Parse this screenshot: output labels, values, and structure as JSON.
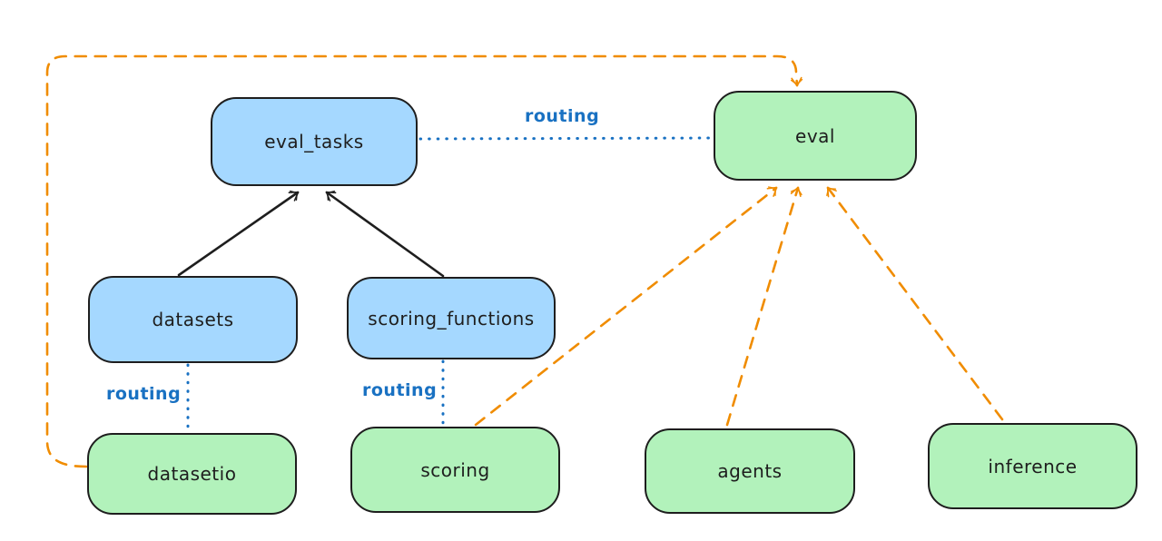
{
  "diagram": {
    "title": "",
    "colors": {
      "background": "#ffffff",
      "node_stroke": "#1e1e1e",
      "blue_node_fill": "#a5d8ff",
      "green_node_fill": "#b2f2bb",
      "routing_label_blue": "#1971c2",
      "routing_dotted_blue": "#1971c2",
      "provider_dashed_orange": "#f08c00",
      "solid_arrow_black": "#1e1e1e"
    },
    "nodes": {
      "eval_tasks": {
        "label": "eval_tasks",
        "fill": "#a5d8ff"
      },
      "eval": {
        "label": "eval",
        "fill": "#b2f2bb"
      },
      "datasets": {
        "label": "datasets",
        "fill": "#a5d8ff"
      },
      "scoring_functions": {
        "label": "scoring_functions",
        "fill": "#a5d8ff"
      },
      "datasetio": {
        "label": "datasetio",
        "fill": "#b2f2bb"
      },
      "scoring": {
        "label": "scoring",
        "fill": "#b2f2bb"
      },
      "agents": {
        "label": "agents",
        "fill": "#b2f2bb"
      },
      "inference": {
        "label": "inference",
        "fill": "#b2f2bb"
      }
    },
    "labels": {
      "routing_eval": "routing",
      "routing_datasetio": "routing",
      "routing_scoring": "routing"
    },
    "edges": [
      {
        "from": "datasets",
        "to": "eval_tasks",
        "style": "solid-black-arrow",
        "label": ""
      },
      {
        "from": "scoring_functions",
        "to": "eval_tasks",
        "style": "solid-black-arrow",
        "label": ""
      },
      {
        "from": "eval_tasks",
        "to": "eval",
        "style": "dotted-blue",
        "label": "routing"
      },
      {
        "from": "datasets",
        "to": "datasetio",
        "style": "dotted-blue",
        "label": "routing"
      },
      {
        "from": "scoring_functions",
        "to": "scoring",
        "style": "dotted-blue",
        "label": "routing"
      },
      {
        "from": "datasetio",
        "to": "eval",
        "style": "dashed-orange-arrow",
        "label": ""
      },
      {
        "from": "scoring",
        "to": "eval",
        "style": "dashed-orange-arrow",
        "label": ""
      },
      {
        "from": "agents",
        "to": "eval",
        "style": "dashed-orange-arrow",
        "label": ""
      },
      {
        "from": "inference",
        "to": "eval",
        "style": "dashed-orange-arrow",
        "label": ""
      }
    ]
  }
}
